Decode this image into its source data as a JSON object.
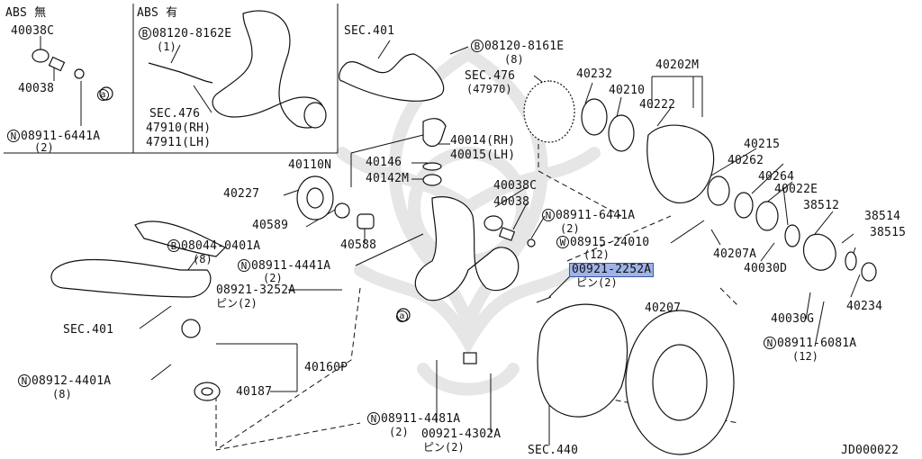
{
  "panels": {
    "abs_without": "ABS 無",
    "abs_with": "ABS 有"
  },
  "callouts": {
    "c1": "40038C",
    "c2": "40038",
    "c3": "N",
    "c3b": "08911-6441A",
    "c3q": "(2)",
    "c4": "B",
    "c4b": "08120-8162E",
    "c4q": "(1)",
    "c5": "SEC.476",
    "c5a": "47910(RH)",
    "c5b": "47911(LH)",
    "c6": "SEC.401",
    "c7": "B",
    "c7b": "08120-8161E",
    "c7q": "(8)",
    "c8": "SEC.476",
    "c8a": "(47970)",
    "c9": "40232",
    "c10": "40210",
    "c11": "40202M",
    "c12": "40222",
    "c13": "40014(RH)",
    "c14": "40015(LH)",
    "c15": "40110N",
    "c16": "40146",
    "c17": "40142M",
    "c18": "40215",
    "c19": "40262",
    "c20": "40264",
    "c21": "40022E",
    "c22": "38512",
    "c23": "38514",
    "c24": "38515",
    "c25": "40227",
    "c26": "40589",
    "c27": "40588",
    "c28": "40038C",
    "c29": "40038",
    "c30": "N",
    "c30b": "08911-6441A",
    "c30q": "(2)",
    "c31": "W",
    "c31b": "08915-24010",
    "c31q": "(12)",
    "c32": "40207A",
    "c33": "40030D",
    "c34": "B",
    "c34b": "08044-0401A",
    "c34q": "(8)",
    "c35": "N",
    "c35b": "08911-4441A",
    "c35q": "(2)",
    "c36": "08921-3252A",
    "c36q": "ピン(2)",
    "c37": "00921-2252A",
    "c37q": "ピン(2)",
    "c38": "40207",
    "c39": "40030G",
    "c40": "40234",
    "c41": "N",
    "c41b": "08911-6081A",
    "c41q": "(12)",
    "c42": "SEC.401",
    "c43": "N",
    "c43b": "08912-4401A",
    "c43q": "(8)",
    "c44": "40160P",
    "c45": "40187",
    "c46": "N",
    "c46b": "08911-4481A",
    "c46q": "(2)",
    "c47": "00921-4302A",
    "c47q": "ピン(2)",
    "c48": "SEC.440",
    "a1": "a",
    "a2": "a"
  },
  "diagram_id": "JD000022",
  "colors": {
    "ink": "#111111",
    "highlight": "#9fb3e6",
    "highlight_border": "#3c55a5",
    "watermark": "#e6e6e6"
  }
}
